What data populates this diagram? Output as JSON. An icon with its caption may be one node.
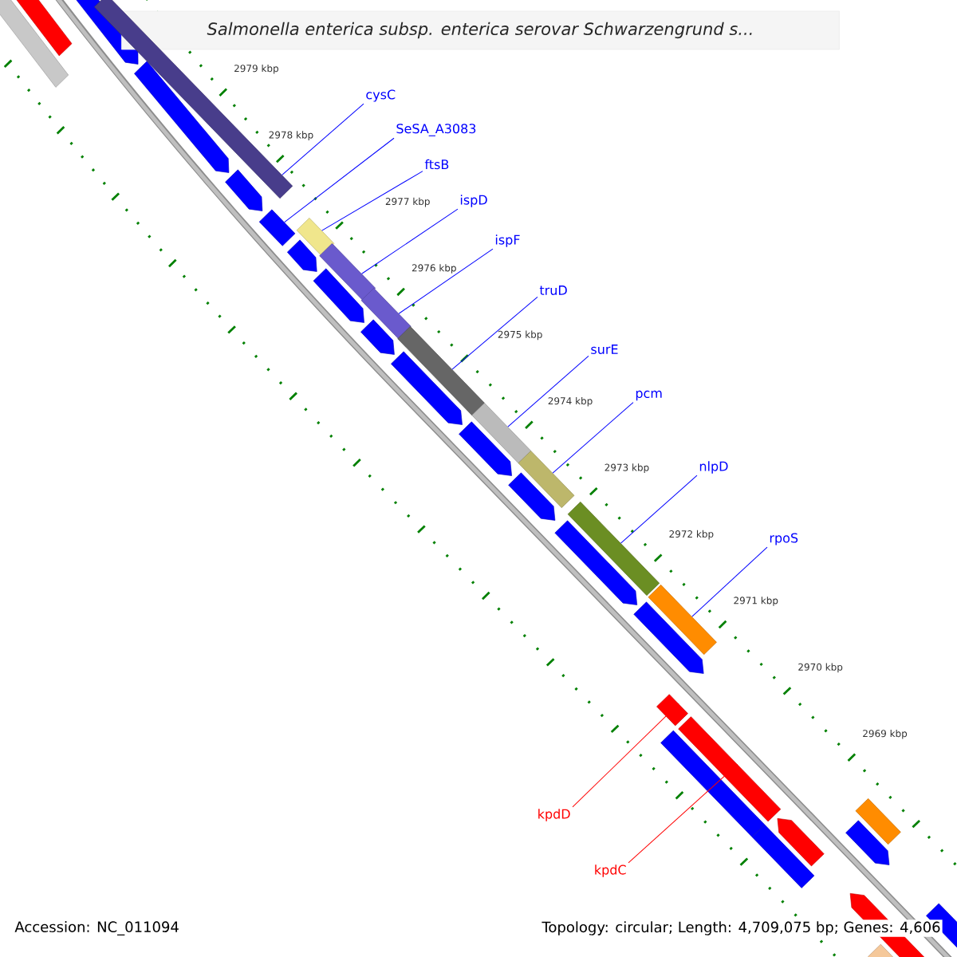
{
  "diagram": {
    "title": "Salmonella enterica subsp. enterica serovar Schwarzengrund s...",
    "nodes": [
      {
        "text": [
          "cysC"
        ]
      },
      {
        "text": [
          "SeSA_A3083"
        ]
      },
      {
        "text": [
          "ftsB"
        ]
      },
      {
        "text": [
          "ispD"
        ]
      },
      {
        "text": [
          "ispF"
        ]
      },
      {
        "text": [
          "truD"
        ]
      },
      {
        "text": [
          "surE"
        ]
      },
      {
        "text": [
          "pcm"
        ]
      },
      {
        "text": [
          "nlpD"
        ]
      },
      {
        "text": [
          "rpoS"
        ]
      },
      {
        "text": [
          "kpdD"
        ]
      },
      {
        "text": [
          "kpdC"
        ]
      },
      {
        "text": [],
        "shape": "bar"
      },
      {
        "text": [],
        "shape": "bar"
      },
      {
        "text": [],
        "shape": "bar"
      },
      {
        "text": [],
        "shape": "bar"
      },
      {
        "text": [],
        "shape": "bar"
      },
      {
        "text": [],
        "shape": "bar"
      },
      {
        "text": [],
        "shape": "bar"
      },
      {
        "text": [],
        "shape": "bar"
      },
      {
        "text": [],
        "shape": "bar"
      },
      {
        "text": [],
        "shape": "bar"
      },
      {
        "text": [],
        "shape": "bar"
      },
      {
        "text": [],
        "shape": "bar"
      }
    ],
    "edges": [
      {
        "from": 0,
        "to": 12,
        "arrow": "none"
      },
      {
        "from": 1,
        "to": 13,
        "arrow": "none"
      },
      {
        "from": 2,
        "to": 14,
        "arrow": "none"
      },
      {
        "from": 3,
        "to": 15,
        "arrow": "none"
      },
      {
        "from": 4,
        "to": 16,
        "arrow": "none"
      },
      {
        "from": 5,
        "to": 17,
        "arrow": "none"
      },
      {
        "from": 6,
        "to": 18,
        "arrow": "none"
      },
      {
        "from": 7,
        "to": 19,
        "arrow": "none"
      },
      {
        "from": 8,
        "to": 20,
        "arrow": "none"
      },
      {
        "from": 9,
        "to": 21,
        "arrow": "none"
      },
      {
        "from": 10,
        "to": 22,
        "arrow": "none",
        "color": "#ff0000"
      },
      {
        "from": 11,
        "to": 23,
        "arrow": "none",
        "color": "#ff0000"
      }
    ],
    "labels": [
      "2979 kbp",
      "2978 kbp",
      "2977 kbp",
      "2976 kbp",
      "2975 kbp",
      "2974 kbp",
      "2973 kbp",
      "2972 kbp",
      "2971 kbp",
      "2970 kbp",
      "2969 kbp",
      "Accession: NC_011094",
      "Topology: circular; Length: 4,709,075 bp; Genes: 4,606"
    ]
  }
}
